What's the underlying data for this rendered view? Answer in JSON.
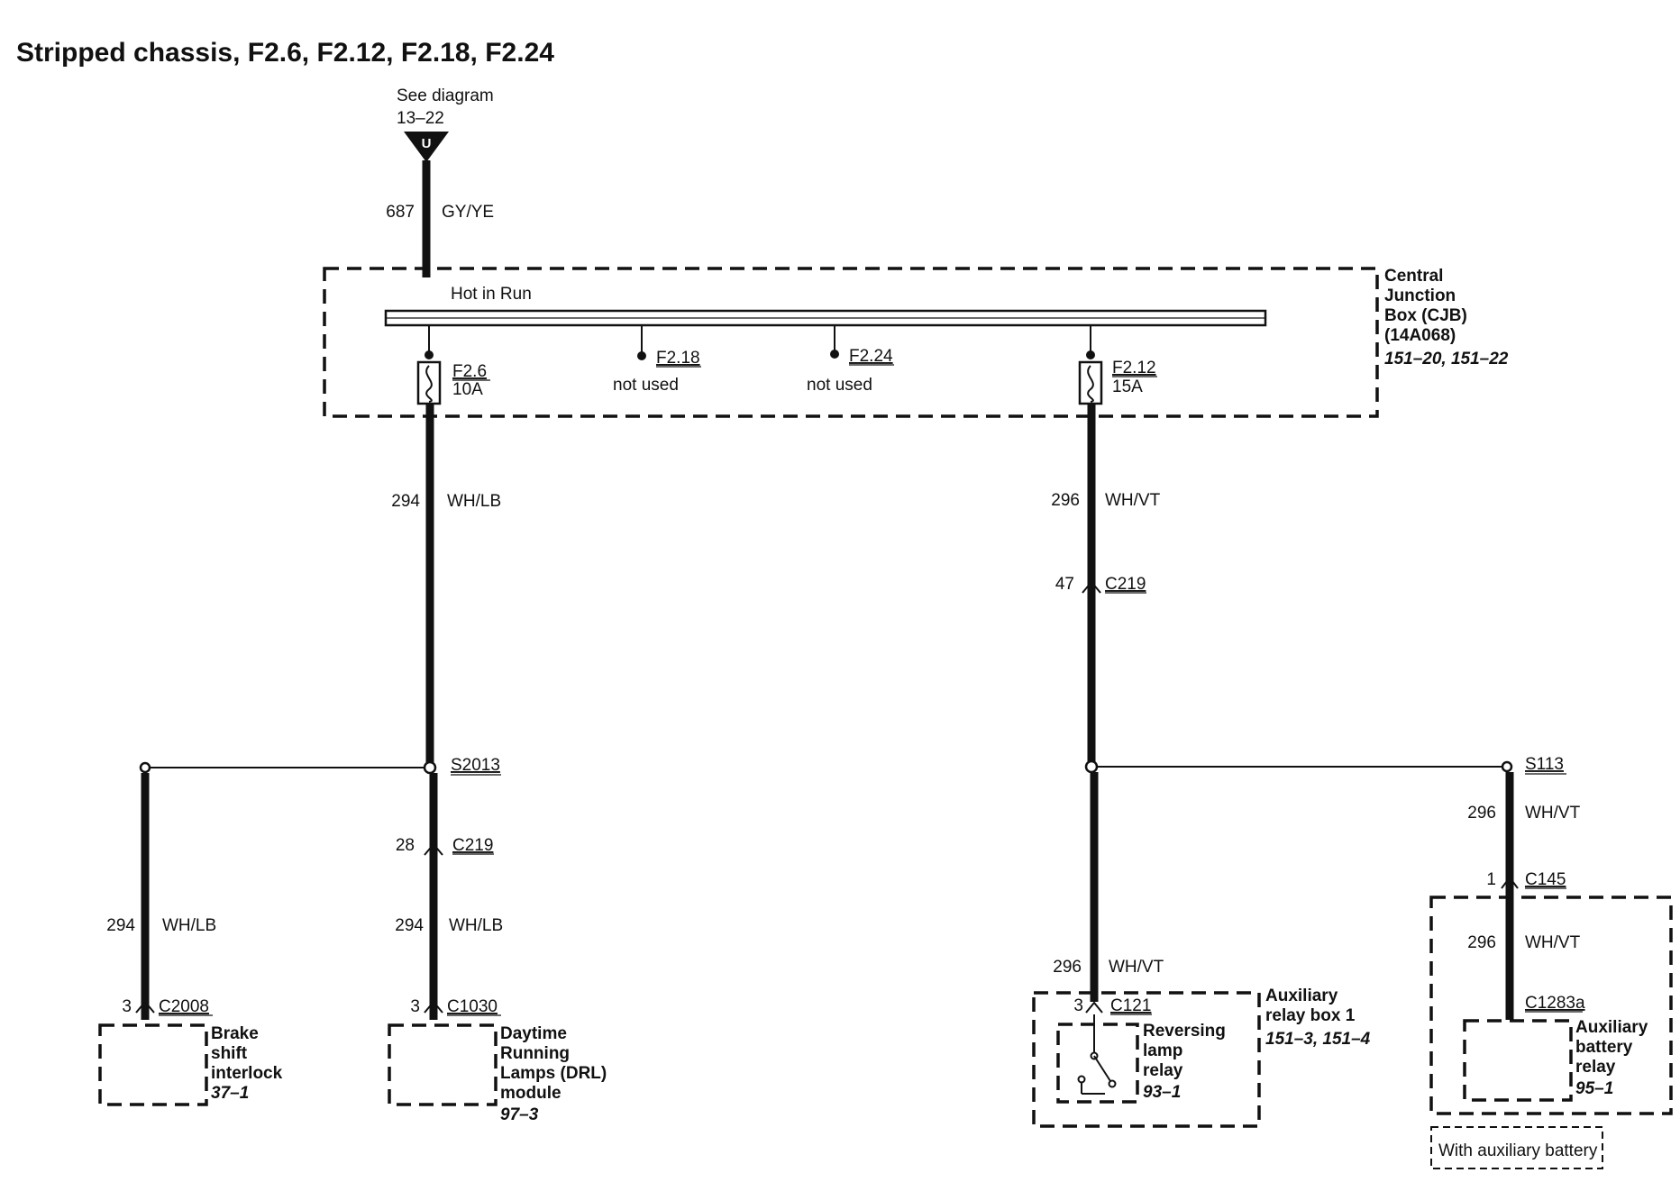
{
  "title": "Stripped chassis, F2.6, F2.12, F2.18, F2.24",
  "see_diagram": {
    "label": "See diagram",
    "ref": "13–22",
    "connector": "U"
  },
  "feed_wire": {
    "circuit": "687",
    "color": "GY/YE"
  },
  "cjb": {
    "hot_label": "Hot in Run",
    "name_lines": [
      "Central",
      "Junction",
      "Box (CJB)",
      "(14A068)"
    ],
    "refs": "151–20, 151–22",
    "fuses": [
      {
        "name": "F2.6",
        "rating": "10A"
      },
      {
        "name": "F2.18",
        "status": "not used"
      },
      {
        "name": "F2.24",
        "status": "not used"
      },
      {
        "name": "F2.12",
        "rating": "15A"
      }
    ]
  },
  "left_branch": {
    "wire1": {
      "circuit": "294",
      "color": "WH/LB"
    },
    "splice": "S2013",
    "conn_c219": {
      "pin": "28",
      "name": "C219"
    },
    "wire2": {
      "circuit": "294",
      "color": "WH/LB"
    },
    "wire3": {
      "circuit": "294",
      "color": "WH/LB"
    },
    "brake": {
      "pin": "3",
      "connector": "C2008",
      "name_lines": [
        "Brake",
        "shift",
        "interlock"
      ],
      "ref": "37–1"
    },
    "drl": {
      "pin": "3",
      "connector": "C1030",
      "name_lines": [
        "Daytime",
        "Running",
        "Lamps (DRL)",
        "module"
      ],
      "ref": "97–3"
    }
  },
  "right_branch": {
    "wire1": {
      "circuit": "296",
      "color": "WH/VT"
    },
    "conn_c219": {
      "pin": "47",
      "name": "C219"
    },
    "splice": "S113",
    "wire2": {
      "circuit": "296",
      "color": "WH/VT"
    },
    "reversing": {
      "pin": "3",
      "connector": "C121",
      "relay_lines": [
        "Reversing",
        "lamp",
        "relay"
      ],
      "relay_ref": "93–1",
      "box_lines": [
        "Auxiliary",
        "relay box 1"
      ],
      "box_refs": "151–3, 151–4"
    },
    "wire3": {
      "circuit": "296",
      "color": "WH/VT"
    },
    "conn_c145": {
      "pin": "1",
      "name": "C145"
    },
    "wire4": {
      "circuit": "296",
      "color": "WH/VT"
    },
    "aux_battery": {
      "connector": "C1283a",
      "name_lines": [
        "Auxiliary",
        "battery",
        "relay"
      ],
      "ref": "95–1"
    },
    "option_note": "With auxiliary battery"
  }
}
